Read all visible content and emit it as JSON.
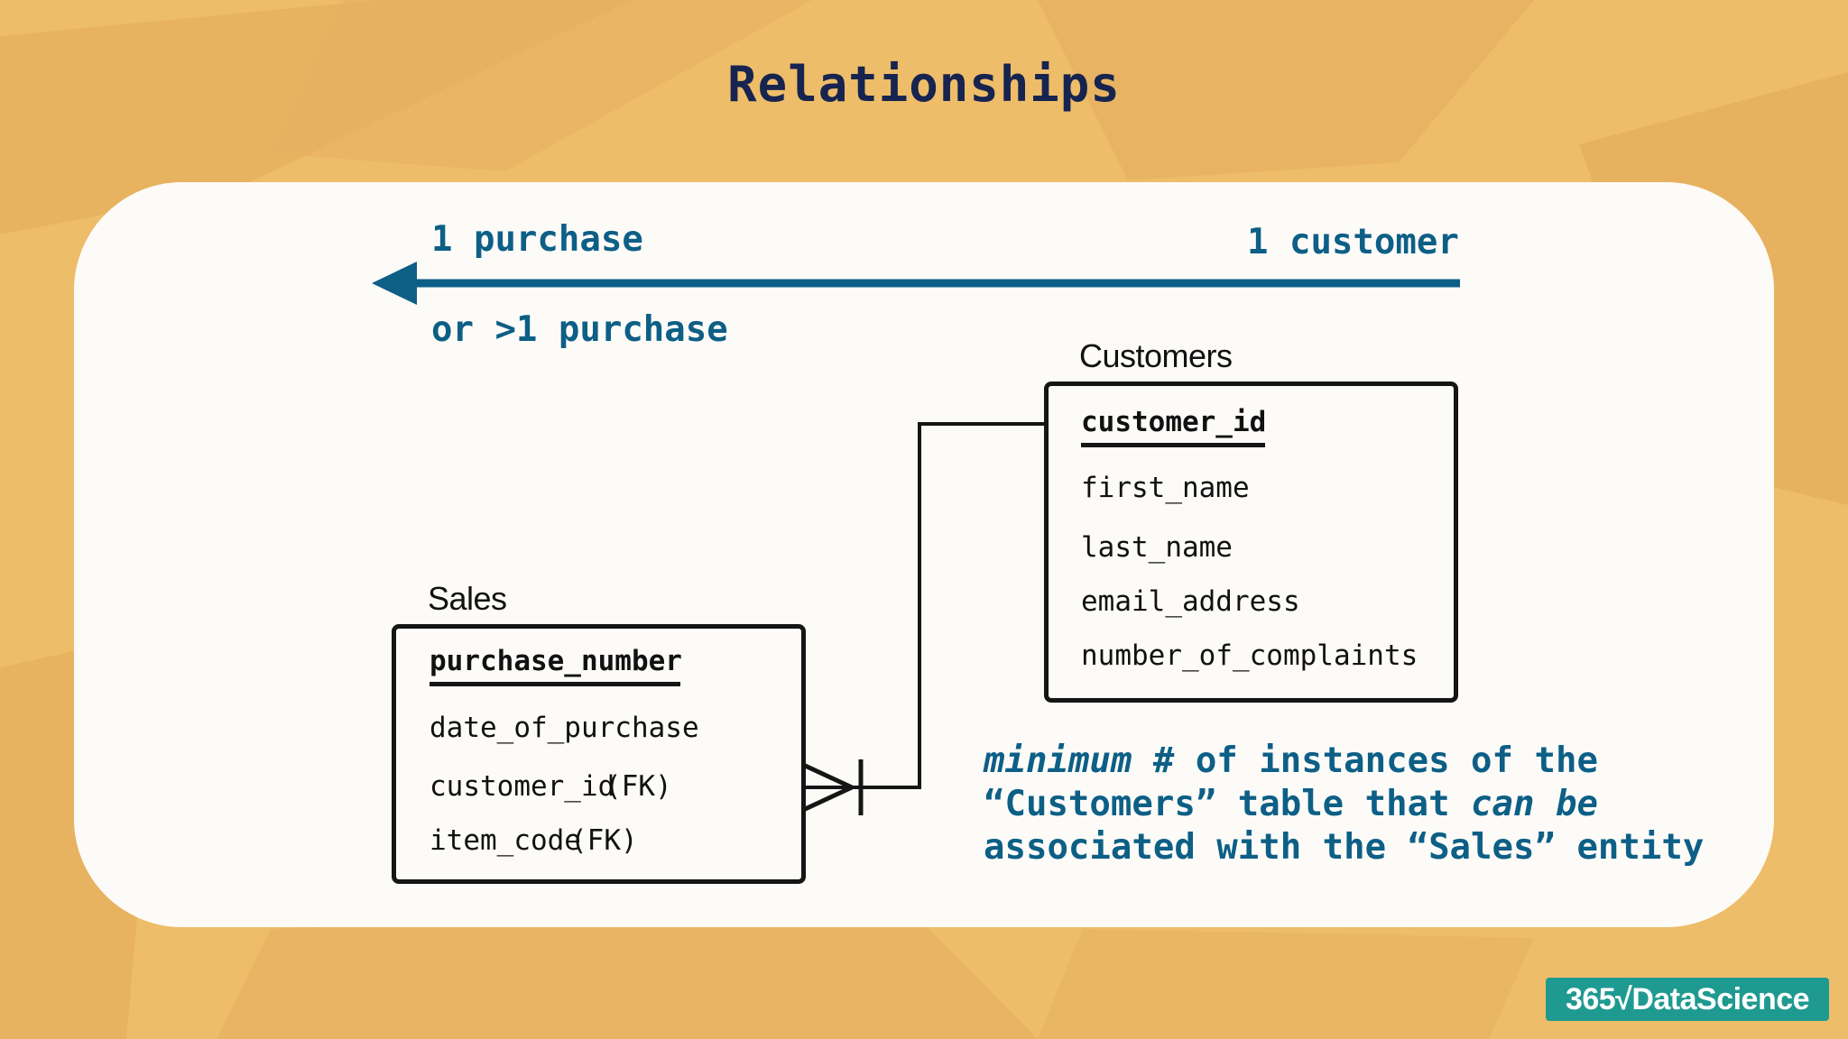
{
  "title": "Relationships",
  "arrow": {
    "left_top": "1 purchase",
    "left_bottom": "or >1 purchase",
    "right": "1 customer"
  },
  "customers": {
    "name": "Customers",
    "primary_key": "customer_id",
    "fields": [
      "first_name",
      "last_name",
      "email_address",
      "number_of_complaints"
    ]
  },
  "sales": {
    "name": "Sales",
    "primary_key": "purchase_number",
    "fields": [
      "date_of_purchase",
      "customer_id",
      "item_code"
    ],
    "fk_labels": [
      "(FK)",
      "(FK)"
    ]
  },
  "note": {
    "line1_italic": "minimum",
    "line1_rest": " # of instances of the",
    "line2_start": "“Customers” table that ",
    "line2_italic": "can be",
    "line3": "associated with the “Sales” entity"
  },
  "logo": "365√DataScience",
  "colors": {
    "background": "#eebd6a",
    "title": "#16244f",
    "accent_blue": "#0d5f86",
    "card": "#fdfbf8",
    "logo_bg": "#1f9a91"
  }
}
